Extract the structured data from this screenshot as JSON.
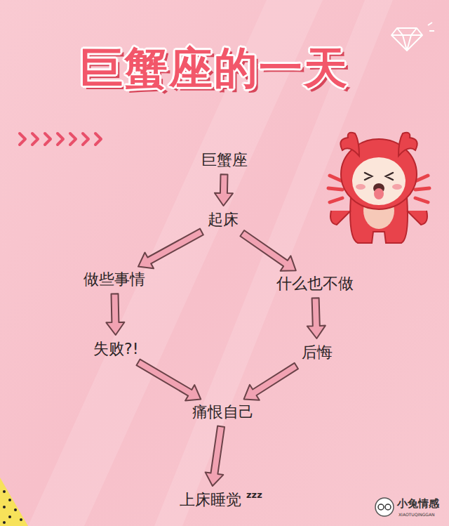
{
  "diagram": {
    "title": "巨蟹座的一天",
    "nodes": [
      {
        "text": [
          "巨蟹座"
        ]
      },
      {
        "text": [
          "起床"
        ]
      },
      {
        "text": [
          "做些事情"
        ]
      },
      {
        "text": [
          "什么也不做"
        ]
      },
      {
        "text": [
          "失败?!"
        ]
      },
      {
        "text": [
          "后悔"
        ]
      },
      {
        "text": [
          "痛恨自己"
        ]
      },
      {
        "text": [
          "上床睡觉"
        ]
      }
    ],
    "edges": [
      {
        "from": 0,
        "to": 1,
        "arrow": "to"
      },
      {
        "from": 1,
        "to": 2,
        "arrow": "to"
      },
      {
        "from": 1,
        "to": 3,
        "arrow": "to"
      },
      {
        "from": 2,
        "to": 4,
        "arrow": "to"
      },
      {
        "from": 3,
        "to": 5,
        "arrow": "to"
      },
      {
        "from": 4,
        "to": 6,
        "arrow": "to"
      },
      {
        "from": 5,
        "to": 6,
        "arrow": "to"
      },
      {
        "from": 6,
        "to": 7,
        "arrow": "to"
      }
    ],
    "labels": [
      "zzz",
      "小兔情感",
      "XIAOTUQINGGAN"
    ]
  }
}
